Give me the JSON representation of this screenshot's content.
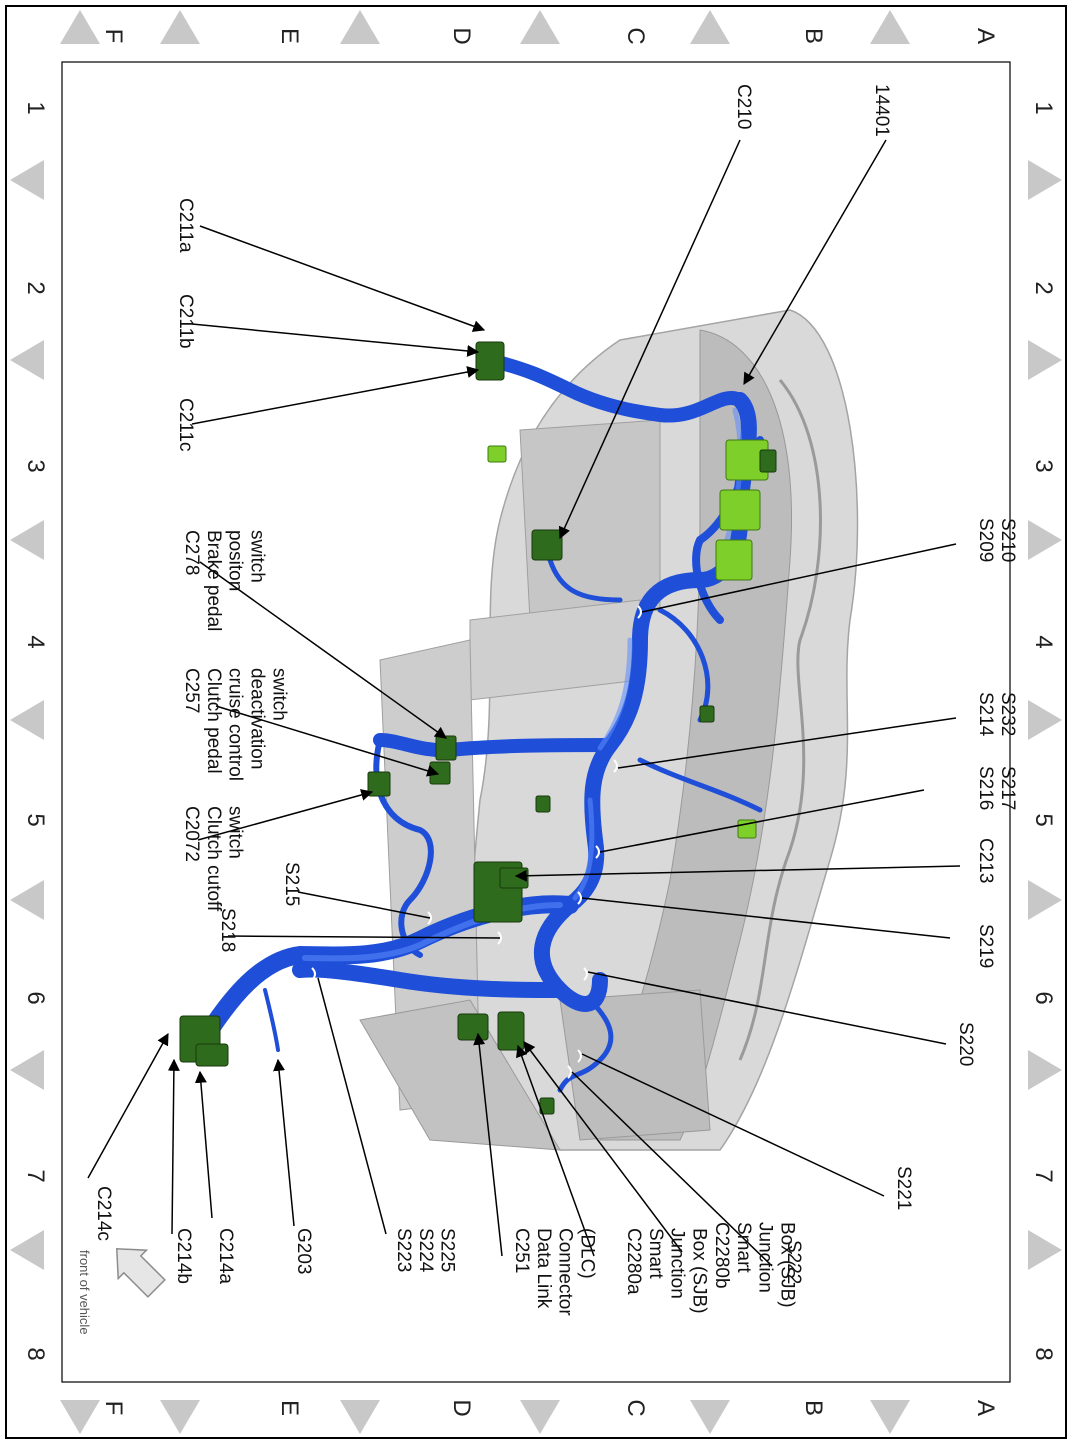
{
  "figure": {
    "grid": {
      "rows": [
        "A",
        "B",
        "C",
        "D",
        "E",
        "F"
      ],
      "columns": [
        "1",
        "2",
        "3",
        "4",
        "5",
        "6",
        "7",
        "8"
      ]
    },
    "orientation_note": "front of vehicle",
    "colors": {
      "harness": "#1f4fd8",
      "connector": "#2f6b1c",
      "panel": "#c9c9c9",
      "frame": "#000000"
    },
    "callouts": {
      "c14401": [
        "14401"
      ],
      "c210": [
        "C210"
      ],
      "c211a": [
        "C211a"
      ],
      "c211b": [
        "C211b"
      ],
      "c211c": [
        "C211c"
      ],
      "s209": [
        "S209",
        "S210"
      ],
      "c278": [
        "C278",
        "Brake pedal",
        "positon",
        "switch"
      ],
      "s214": [
        "S214",
        "S232"
      ],
      "c257": [
        "C257",
        "Clutch pedal",
        "cruise control",
        "deactivation",
        "switch"
      ],
      "s216": [
        "S216",
        "S217"
      ],
      "c2072": [
        "C2072",
        "Clutch cutoff",
        "switch"
      ],
      "c213": [
        "C213"
      ],
      "s215": [
        "S215"
      ],
      "s219": [
        "S219"
      ],
      "s218": [
        "S218"
      ],
      "s220": [
        "S220"
      ],
      "s221": [
        "S221"
      ],
      "s222": [
        "S222"
      ],
      "c2280b": [
        "C2280b",
        "Smart",
        "Junction",
        "Box (SJB)"
      ],
      "c2280a": [
        "C2280a",
        "Smart",
        "Junction",
        "Box (SJB)"
      ],
      "c251": [
        "C251",
        "Data Link",
        "Connector",
        "(DLC)"
      ],
      "s223": [
        "S223",
        "S224",
        "S225"
      ],
      "g203": [
        "G203"
      ],
      "c214a": [
        "C214a"
      ],
      "c214b": [
        "C214b"
      ],
      "c214c": [
        "C214c"
      ]
    }
  }
}
